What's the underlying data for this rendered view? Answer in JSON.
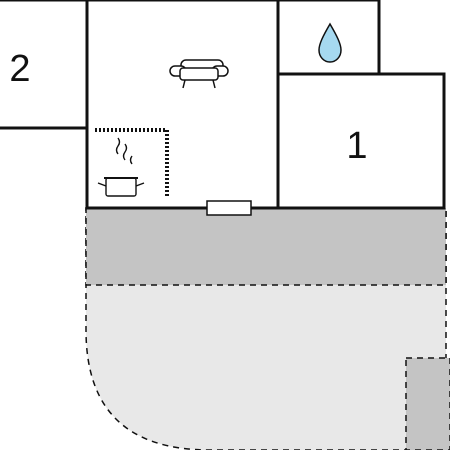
{
  "rooms": [
    {
      "id": "bedroom-2",
      "label": "2"
    },
    {
      "id": "bedroom-1",
      "label": "1"
    }
  ],
  "icons": {
    "living": "sofa-icon",
    "kitchen": "cooking-pot-icon",
    "bathroom": "water-drop-icon",
    "door": "door-icon"
  },
  "colors": {
    "wall": "#111111",
    "covered_terrace": "#c4c4c4",
    "outdoor_area": "#e8e8e8",
    "water": "#a6d9f0",
    "background": "#ffffff"
  }
}
